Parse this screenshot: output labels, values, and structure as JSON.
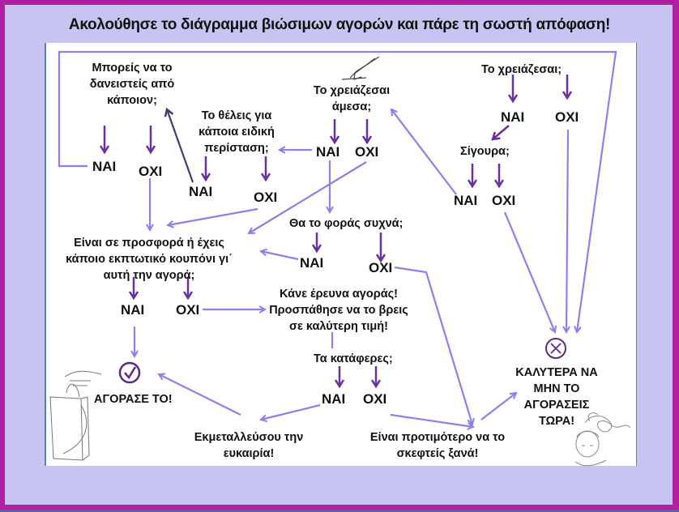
{
  "title": "Ακολούθησε το διάγραμμα βιώσιμων αγορών και πάρε τη σωστή απόφαση!",
  "colors": {
    "frame_border": "#b01fa0",
    "background": "#c8c4f2",
    "connector": "#8a80ee",
    "decision_arrow": "#6a2fa0",
    "text": "#111111"
  },
  "nodes": {
    "need_it": "Το χρειάζεσαι;",
    "need_yes": "ΝΑΙ",
    "need_no": "ΟΧΙ",
    "sure": "Σίγουρα;",
    "sure_yes": "ΝΑΙ",
    "sure_no": "ΟΧΙ",
    "need_now": "Το χρειάζεσαι άμεσα;",
    "now_yes": "ΝΑΙ",
    "now_no": "ΟΧΙ",
    "special_occasion": "Το θέλεις για κάποια ειδική περίσταση;",
    "special_yes": "ΝΑΙ",
    "special_no": "ΟΧΙ",
    "borrow": "Μπορείς να το δανειστείς από κάποιον;",
    "borrow_yes": "ΝΑΙ",
    "borrow_no": "ΟΧΙ",
    "wear_often": "Θα το φοράς συχνά;",
    "wear_yes": "ΝΑΙ",
    "wear_no": "ΟΧΙ",
    "on_sale": "Είναι σε προσφορά ή έχεις κάποιο εκπτωτικό κουπόνι γι΄ αυτή την αγορά;",
    "sale_yes": "ΝΑΙ",
    "sale_no": "ΟΧΙ",
    "research": "Κάνε έρευνα αγοράς! Προσπάθησε να το βρεις σε καλύτερη τιμή!",
    "managed": "Τα κατάφερες;",
    "managed_yes": "ΝΑΙ",
    "managed_no": "ΟΧΙ",
    "buy_it": "ΑΓΟΡΑΣΕ ΤΟ!",
    "seize": "Εκμεταλλεύσου την ευκαιρία!",
    "rethink": "Είναι προτιμότερο να το σκεφτείς ξανά!",
    "dont_buy": "ΚΑΛΥΤΕΡΑ ΝΑ ΜΗΝ ΤΟ ΑΓΟΡΑΣΕΙΣ ΤΩΡΑ!"
  },
  "icons": {
    "buy": "check-circle-icon",
    "dont_buy": "x-circle-icon",
    "start": "hand-drawn-arrow-icon",
    "bag": "shopping-bag-illustration",
    "thinking": "thinking-person-illustration"
  }
}
